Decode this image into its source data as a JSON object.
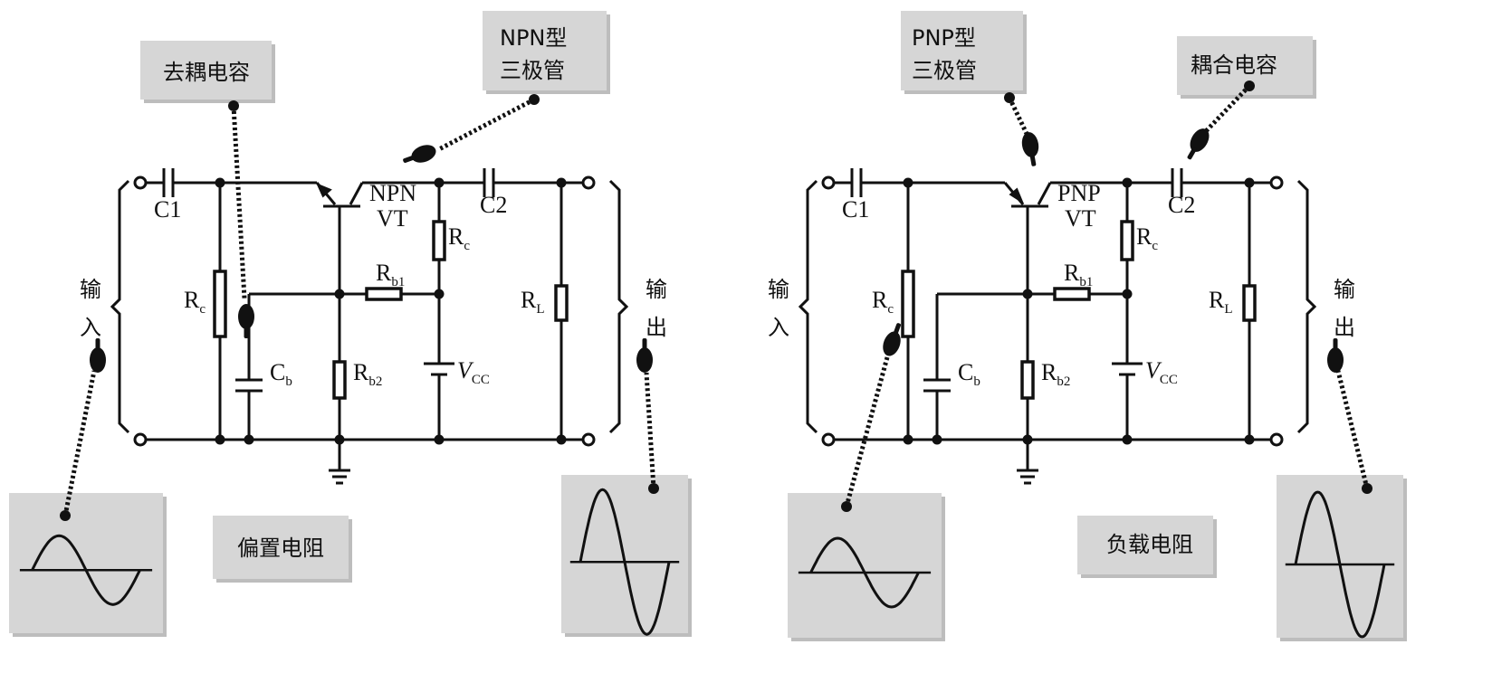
{
  "left_circuit": {
    "c1": "C1",
    "c2": "C2",
    "transistor_type": "NPN",
    "transistor_name": "VT",
    "re": "R",
    "re_sub": "c",
    "rc": "R",
    "rc_sub": "c",
    "rb1": "R",
    "rb1_sub": "b1",
    "rb2": "R",
    "rb2_sub": "b2",
    "cb": "C",
    "cb_sub": "b",
    "rl": "R",
    "rl_sub": "L",
    "vcc": "V",
    "vcc_sub": "CC",
    "input_label": [
      "输",
      "入"
    ],
    "output_label": [
      "输",
      "出"
    ],
    "callouts": {
      "decoupling": "去耦电容",
      "transistor": [
        "NPN型",
        "三极管"
      ],
      "bias": "偏置电阻"
    }
  },
  "right_circuit": {
    "c1": "C1",
    "c2": "C2",
    "transistor_type": "PNP",
    "transistor_name": "VT",
    "re": "R",
    "re_sub": "c",
    "rc": "R",
    "rc_sub": "c",
    "rb1": "R",
    "rb1_sub": "b1",
    "rb2": "R",
    "rb2_sub": "b2",
    "cb": "C",
    "cb_sub": "b",
    "rl": "R",
    "rl_sub": "L",
    "vcc": "V",
    "vcc_sub": "CC",
    "input_label": [
      "输",
      "入"
    ],
    "output_label": [
      "输",
      "出"
    ],
    "callouts": {
      "transistor": [
        "PNP型",
        "三极管"
      ],
      "coupling": "耦合电容",
      "load": "负载电阻"
    }
  },
  "colors": {
    "callout_bg": "#d6d6d6",
    "line": "#111111"
  }
}
